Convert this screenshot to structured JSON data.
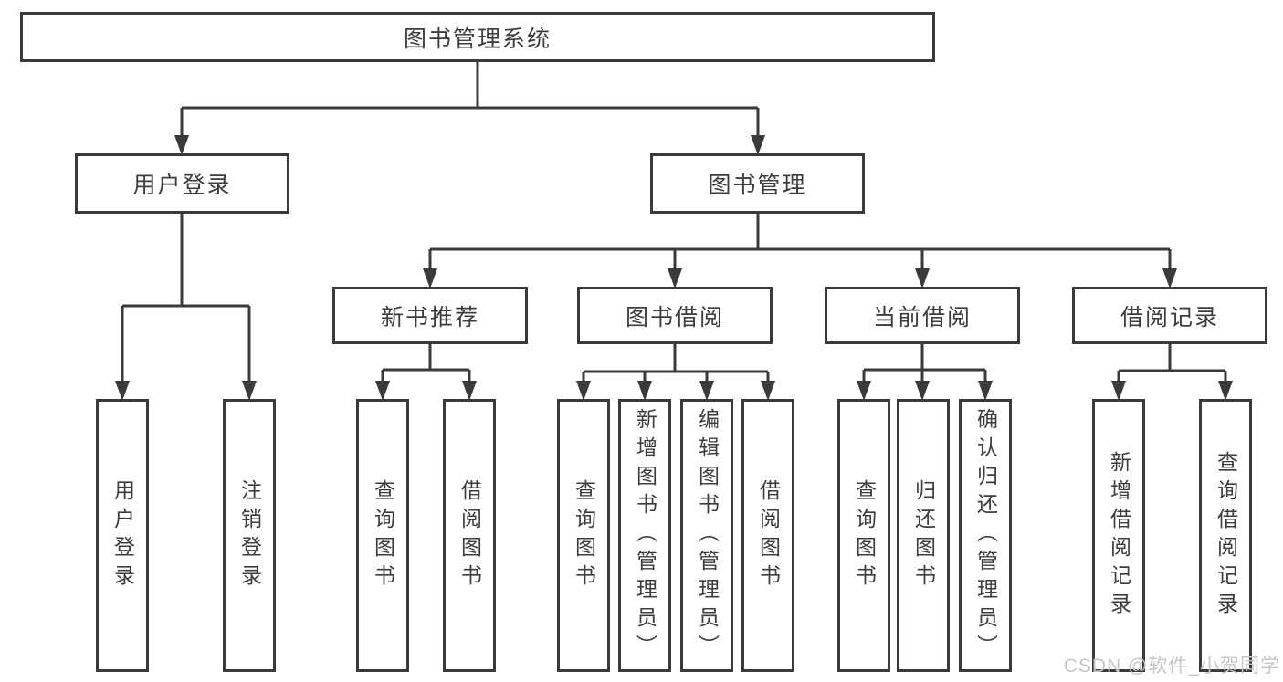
{
  "diagram": {
    "root": {
      "label": "图书管理系统"
    },
    "level2": [
      {
        "label": "用户登录"
      },
      {
        "label": "图书管理"
      }
    ],
    "level3": [
      {
        "label": "新书推荐"
      },
      {
        "label": "图书借阅"
      },
      {
        "label": "当前借阅"
      },
      {
        "label": "借阅记录"
      }
    ],
    "leaves": [
      {
        "label": "用户登录"
      },
      {
        "label": "注销登录"
      },
      {
        "label": "查询图书"
      },
      {
        "label": "借阅图书"
      },
      {
        "label": "查询图书"
      },
      {
        "label": "新增图书（管理员）"
      },
      {
        "label": "编辑图书（管理员）"
      },
      {
        "label": "借阅图书"
      },
      {
        "label": "查询图书"
      },
      {
        "label": "归还图书"
      },
      {
        "label": "确认归还（管理员）"
      },
      {
        "label": "新增借阅记录"
      },
      {
        "label": "查询借阅记录"
      }
    ]
  },
  "watermark": {
    "text": "CSDN @软件_小贺同学"
  },
  "colors": {
    "line": "#3a3a3c",
    "border": "#3a3a3c",
    "text": "#3d3d3d",
    "watermark": "#c6c6c6",
    "background": "#ffffff"
  }
}
